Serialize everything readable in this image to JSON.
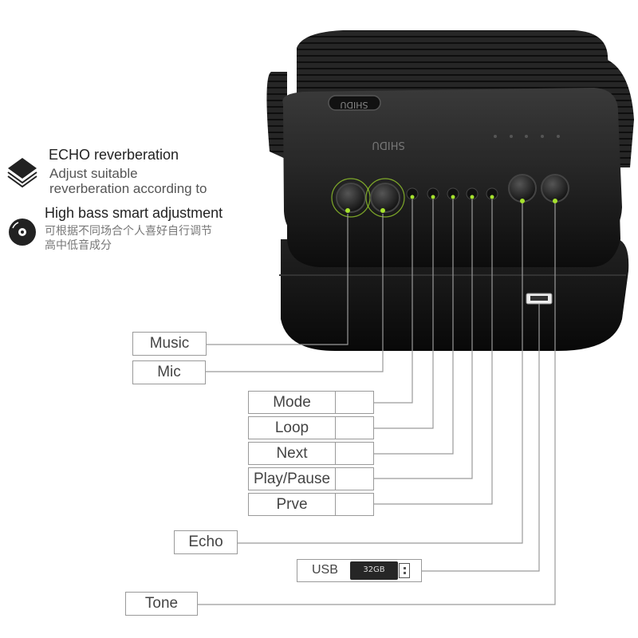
{
  "features": {
    "echo": {
      "title": "ECHO reverberation",
      "line1": "Adjust suitable",
      "line2": "reverberation according to",
      "icon": "layers-icon"
    },
    "bass": {
      "title": "High bass smart adjustment",
      "cn1": "可根据不同场合个人喜好自行调节",
      "cn2": "高中低音成分",
      "icon": "disc-icon"
    }
  },
  "device": {
    "brand": "SHIDU"
  },
  "callouts": {
    "music": "Music",
    "mic": "Mic",
    "mode": "Mode",
    "loop": "Loop",
    "next": "Next",
    "play_pause": "Play/Pause",
    "prev": "Prve",
    "echo": "Echo",
    "usb": "USB",
    "usb_size": "32GB",
    "tone": "Tone"
  },
  "colors": {
    "indicator": "#a6e22e",
    "body": "#1b1b1b",
    "line": "#9a9a9a"
  }
}
